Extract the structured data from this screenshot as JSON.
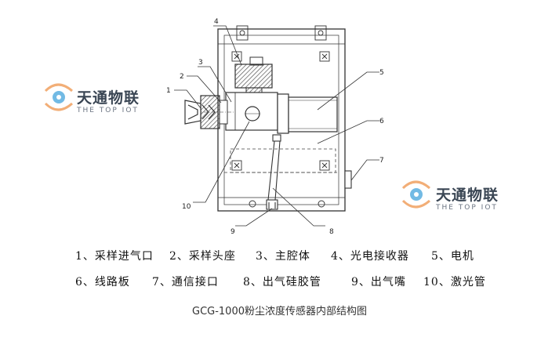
{
  "callouts": [
    "1",
    "2",
    "3",
    "4",
    "5",
    "6",
    "7",
    "8",
    "9",
    "10"
  ],
  "legend": {
    "row1": [
      "1、采样进气口",
      "2、采样头座",
      "3、主腔体",
      "4、光电接收器",
      "5、电机"
    ],
    "row2": [
      "6、线路板",
      "7、通信接口",
      "8、出气硅胶管",
      "9、出气嘴",
      "10、激光管"
    ]
  },
  "caption": "GCG-1000粉尘浓度传感器内部结构图",
  "watermark": {
    "cn": "天通物联",
    "en": "THE TOP IOT"
  },
  "colors": {
    "line": "#333333",
    "hatch": "#555555",
    "logo_orange": "#f0a060",
    "logo_blue": "#5aaee0"
  }
}
